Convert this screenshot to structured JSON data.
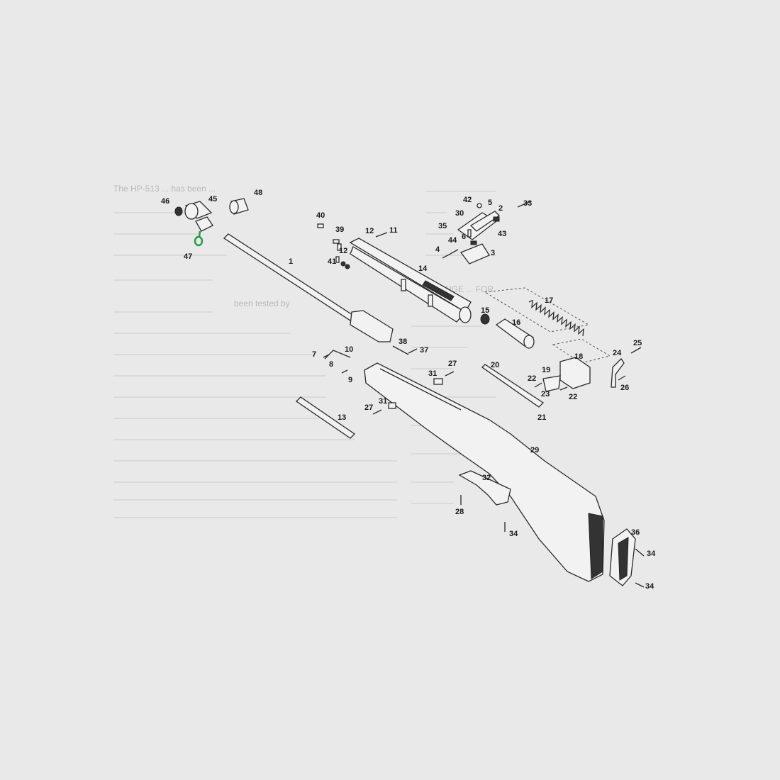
{
  "diagram": {
    "highlight_color": "#1f9c4a",
    "highlighted_part": "47",
    "labels": {
      "p1": "1",
      "p2": "2",
      "p3": "3",
      "p4": "4",
      "p5": "5",
      "p6": "6",
      "p7": "7",
      "p8": "8",
      "p9": "9",
      "p10": "10",
      "p11": "11",
      "p12a": "12",
      "p12b": "12",
      "p13": "13",
      "p14": "14",
      "p15": "15",
      "p16": "16",
      "p17": "17",
      "p18": "18",
      "p19": "19",
      "p20": "20",
      "p21": "21",
      "p22a": "22",
      "p22b": "22",
      "p23": "23",
      "p24": "24",
      "p25": "25",
      "p26": "26",
      "p27a": "27",
      "p27b": "27",
      "p28": "28",
      "p29": "29",
      "p30": "30",
      "p31a": "31",
      "p31b": "31",
      "p32": "32",
      "p33": "33",
      "p34a": "34",
      "p34b": "34",
      "p34c": "34",
      "p35": "35",
      "p36": "36",
      "p37": "37",
      "p38": "38",
      "p39": "39",
      "p40": "40",
      "p41": "41",
      "p42": "42",
      "p43": "43",
      "p44": "44",
      "p45": "45",
      "p46": "46",
      "p47": "47",
      "p48": "48"
    },
    "background_text": {
      "b1": "The HP-513 ... has been ...",
      "b2": "been tested by",
      "b3": "ANGE ... FOR"
    }
  }
}
